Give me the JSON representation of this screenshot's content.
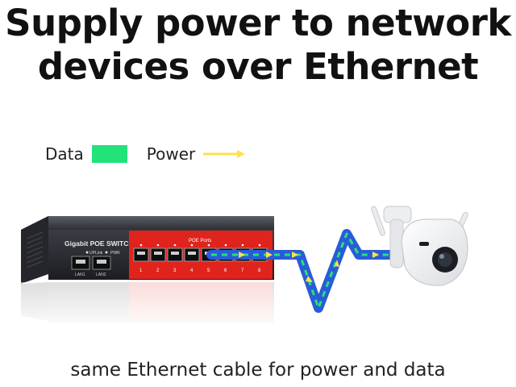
{
  "headline": {
    "line1": "Supply power to network",
    "line2": "devices over Ethernet"
  },
  "legend": {
    "data_label": "Data",
    "data_color": "#22e37a",
    "power_label": "Power",
    "power_color": "#ffe14a"
  },
  "switch": {
    "brand_label": "Gigabit POE SWITCH",
    "uplink_label": "UPLink",
    "pwr_label": "PWR",
    "lan1_label": "LAN1",
    "lan2_label": "LAN2",
    "poe_label": "POE Ports",
    "port_numbers": [
      "1",
      "2",
      "3",
      "4",
      "5",
      "6",
      "7",
      "8"
    ],
    "panel_color": "#e0231c"
  },
  "cable": {
    "color": "#2a5bd8"
  },
  "camera": {
    "icon": "security-camera-icon"
  },
  "caption": "same Ethernet cable for power and data"
}
